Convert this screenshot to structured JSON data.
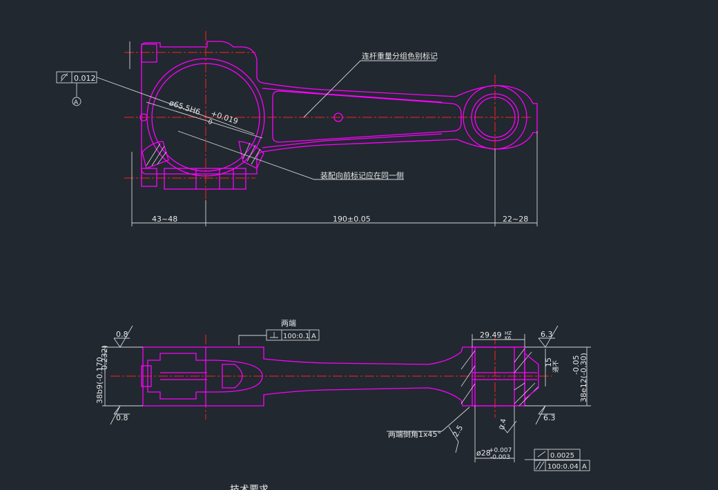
{
  "colors": {
    "background": "#212830",
    "outline": "#ff00ff",
    "centerline": "#ff2020",
    "dimension": "#d8d8d8",
    "text": "#e8e8e8"
  },
  "front_view": {
    "note_weight_group": "连杆重量分组色别标记",
    "note_assembly_mark": "装配向前标记应在同一侧",
    "bore_dim": "ø65.5H6",
    "bore_tol_upper": "+0.019",
    "bore_tol_lower": "0",
    "cylindricity_value": "0.012",
    "datum": "A",
    "dim_left": "43~48",
    "dim_center": "190±0.05",
    "dim_right": "22~28"
  },
  "side_view": {
    "note_both_ends": "两端",
    "perp_frame_value": "100:0.1",
    "perp_frame_datum": "A",
    "width_dim": "29.49",
    "width_tol": "HZ",
    "width_tol2": "K6",
    "rough_top_left": "0.8",
    "rough_bottom_left": "0.8",
    "rough_top_right": "6.3",
    "rough_bottom_right": "6.3",
    "rough_chamfer": "2.5",
    "rough_small": "0.4",
    "hole_dim": "15",
    "hole_note": "通不",
    "left_height": "38b9(-0.170",
    "left_height_2": "-0.232)",
    "right_height_tol": "-0.05",
    "right_height": "38e12(-0.30)",
    "chamfer_note": "两端倒角1x45°",
    "small_bore": "ø28",
    "small_bore_tol_upper": "+0.007",
    "small_bore_tol_lower": "-0.003",
    "cyl2_value": "0.0025",
    "par_value": "100:0.04",
    "par_datum": "A"
  },
  "footer": {
    "tech_req": "技术要求"
  }
}
